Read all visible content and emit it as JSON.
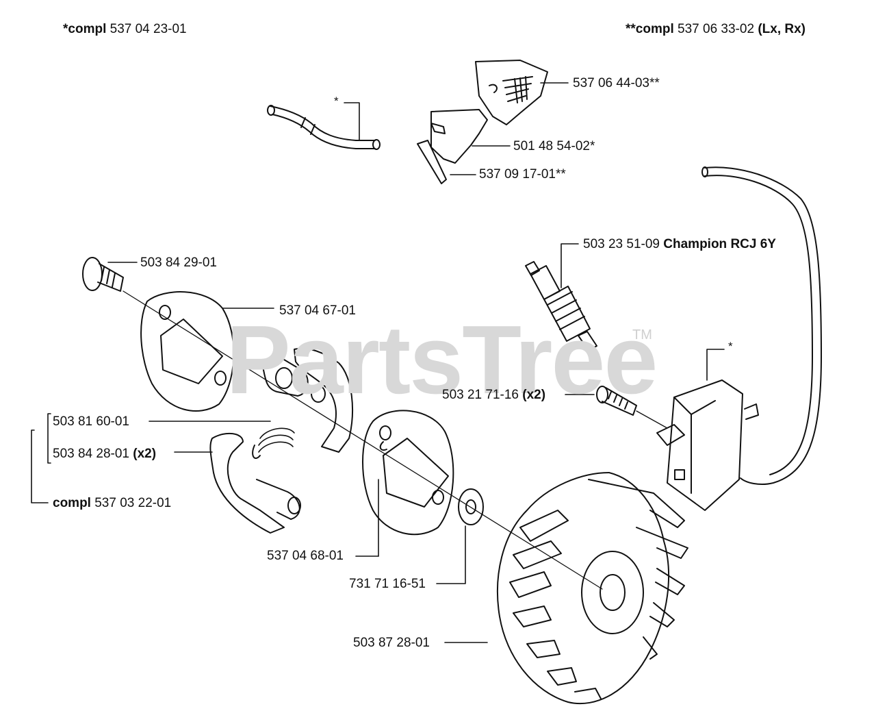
{
  "header": {
    "left": {
      "bold": "*compl",
      "number": "537 04 23-01"
    },
    "right": {
      "bold": "**compl",
      "number": "537 06 33-02",
      "suffix": "(Lx, Rx)"
    }
  },
  "watermark": {
    "text": "PartsTree",
    "tm": "TM"
  },
  "parts": {
    "p_537064403": {
      "number": "537 06 44-03**"
    },
    "p_501485402": {
      "number": "501 48 54-02*"
    },
    "p_537091701": {
      "number": "537 09 17-01**"
    },
    "p_503235109": {
      "number": "503 23 51-09",
      "extra": "Champion RCJ 6Y"
    },
    "p_503842901": {
      "number": "503 84 29-01"
    },
    "p_537046701": {
      "number": "537 04 67-01"
    },
    "p_503217116": {
      "number": "503 21 71-16",
      "extra": "(x2)"
    },
    "p_503816001": {
      "number": "503 81 60-01"
    },
    "p_503842801": {
      "number": "503 84 28-01",
      "extra": "(x2)"
    },
    "p_537032201": {
      "bold": "compl",
      "number": "537 03 22-01"
    },
    "p_537046801": {
      "number": "537 04 68-01"
    },
    "p_731711651": {
      "number": "731 71 16-51"
    },
    "p_503872801": {
      "number": "503 87 28-01"
    }
  },
  "asterisks": {
    "fuel_hose": "*",
    "ignition_module": "*"
  }
}
